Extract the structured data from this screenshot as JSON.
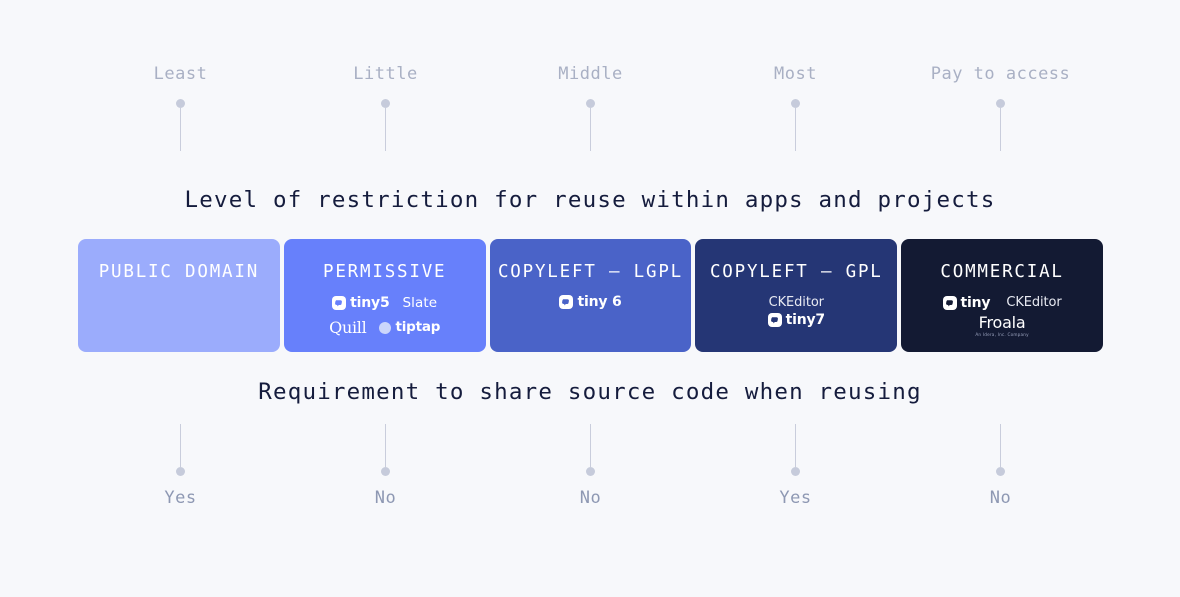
{
  "page": {
    "background": "#f7f8fb"
  },
  "top_axis": {
    "heading": "Level of restriction for reuse within apps and projects",
    "markers": [
      {
        "label": "Least"
      },
      {
        "label": "Little"
      },
      {
        "label": "Middle"
      },
      {
        "label": "Most"
      },
      {
        "label": "Pay to access"
      }
    ]
  },
  "bottom_axis": {
    "heading": "Requirement to share source code when reusing",
    "markers": [
      {
        "label": "Yes"
      },
      {
        "label": "No"
      },
      {
        "label": "No"
      },
      {
        "label": "Yes"
      },
      {
        "label": "No"
      }
    ]
  },
  "license_bar": {
    "cells": [
      {
        "title": "PUBLIC DOMAIN",
        "color": "#9bacfc",
        "logo_rows": []
      },
      {
        "title": "PERMISSIVE",
        "color": "#6780fb",
        "logo_rows": [
          [
            {
              "type": "tiny",
              "name": "tiny5"
            },
            {
              "type": "plain",
              "name": "Slate"
            }
          ],
          [
            {
              "type": "quill",
              "name": "Quill"
            },
            {
              "type": "tiptap",
              "name": "tiptap"
            }
          ]
        ]
      },
      {
        "title": "COPYLEFT — LGPL",
        "color": "#4a63c8",
        "logo_rows": [
          [
            {
              "type": "tiny",
              "name": "tiny 6"
            }
          ]
        ]
      },
      {
        "title": "COPYLEFT — GPL",
        "color": "#253675",
        "logo_rows": [
          [
            {
              "type": "ckeditor",
              "name": "CKEditor"
            }
          ],
          [
            {
              "type": "tiny",
              "name": "tiny7"
            }
          ]
        ]
      },
      {
        "title": "COMMERCIAL",
        "color": "#131a33",
        "logo_rows": [
          [
            {
              "type": "tiny",
              "name": "tiny"
            },
            {
              "type": "ckeditor",
              "name": "CKEditor"
            }
          ],
          [
            {
              "type": "froala",
              "name": "Froala",
              "sub": "An Idera, Inc. Company"
            }
          ]
        ]
      }
    ]
  },
  "colors": {
    "dot": "#c6cbdb",
    "stem": "#c9cddc",
    "heading_text": "#151c3d",
    "top_label_text": "#a9b0c4",
    "bottom_label_text": "#8e98b3"
  }
}
